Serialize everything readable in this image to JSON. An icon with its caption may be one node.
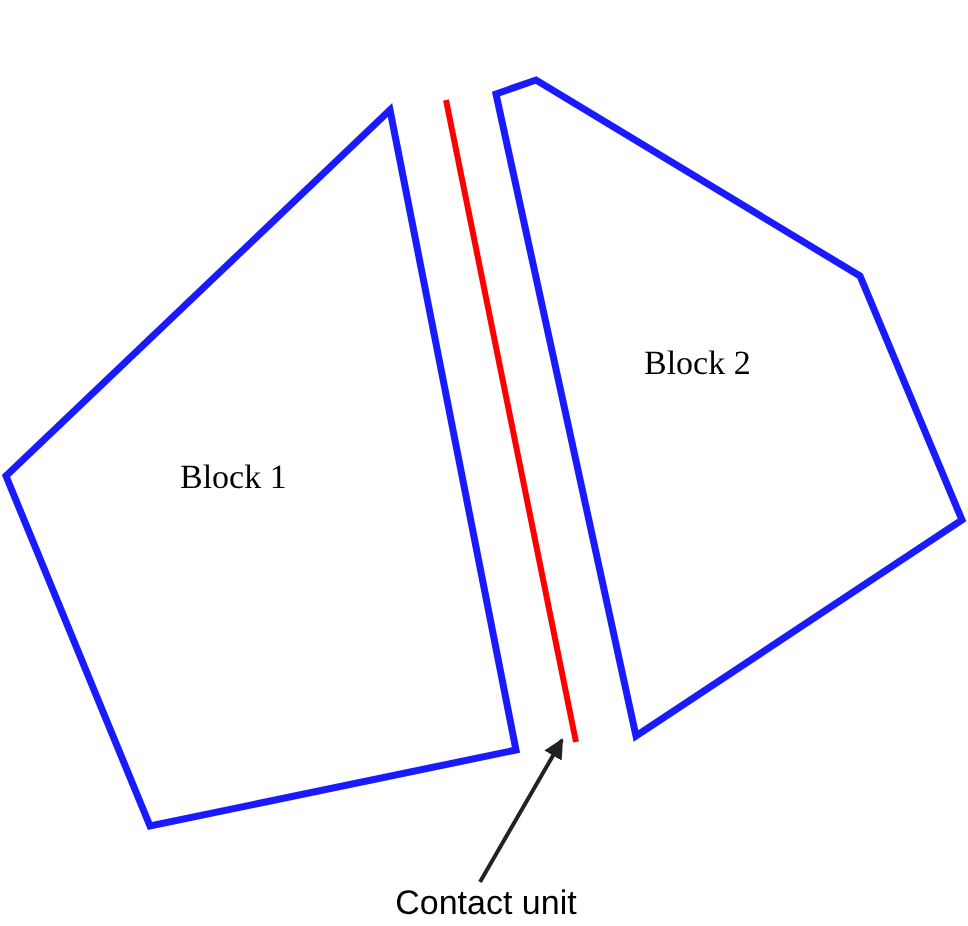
{
  "diagram": {
    "nodes": [
      {
        "text": [
          "Block 1"
        ]
      },
      {
        "text": [
          "Block 2"
        ]
      },
      {
        "text": [],
        "shape": "bar"
      },
      {
        "text": [
          "Contact unit"
        ]
      }
    ],
    "edges": [
      {
        "from": 3,
        "to": 2,
        "arrow": "to"
      }
    ]
  }
}
